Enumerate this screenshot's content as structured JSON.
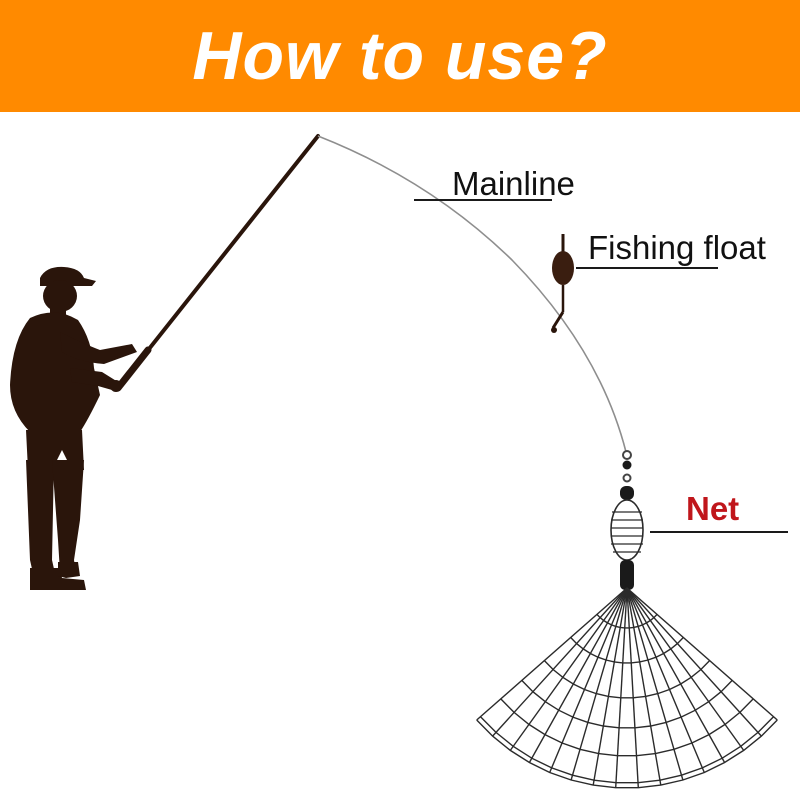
{
  "banner": {
    "title": "How to use?",
    "background": "#FF8A00",
    "text_color": "#FFFFFF"
  },
  "diagram": {
    "labels": {
      "mainline": "Mainline",
      "float": "Fishing float",
      "net": "Net"
    },
    "colors": {
      "silhouette": "#2A150B",
      "float_body": "#3A1E10",
      "line": "#8E8E8E",
      "label_text": "#111111",
      "net_label": "#C0161B",
      "net_mesh": "#2B2B2B"
    },
    "icons": [
      "fisherman-silhouette-icon",
      "fishing-rod-icon",
      "fishing-float-icon",
      "net-icon"
    ]
  }
}
